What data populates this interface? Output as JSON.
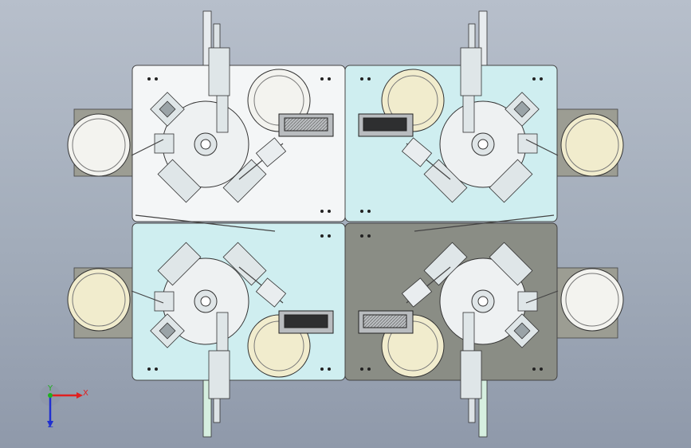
{
  "view": {
    "background_top": "#b7bfcb",
    "background_bottom": "#8f99aa"
  },
  "panels": [
    {
      "id": "top-left",
      "color": "#f4f6f7"
    },
    {
      "id": "top-right",
      "color": "#cfeef0"
    },
    {
      "id": "bottom-left",
      "color": "#cfeef0"
    },
    {
      "id": "bottom-right",
      "color": "#8a8d85"
    }
  ],
  "feeder_bowls": [
    {
      "id": "left-top",
      "color": "#f3f3ef"
    },
    {
      "id": "right-top",
      "color": "#f1eccd"
    },
    {
      "id": "left-bottom",
      "color": "#f1eccd"
    },
    {
      "id": "right-bottom",
      "color": "#f3f3ef"
    }
  ],
  "inner_bowls": [
    {
      "id": "tl",
      "color": "#f3f3ef"
    },
    {
      "id": "tr",
      "color": "#f1eccd"
    },
    {
      "id": "bl",
      "color": "#f1eccd"
    },
    {
      "id": "br",
      "color": "#f1eccd"
    }
  ],
  "axis_triad": {
    "x_label": "X",
    "y_label": "Y",
    "z_label": "Z",
    "x_color": "#e02020",
    "y_color": "#20b020",
    "z_color": "#2030d0"
  },
  "icons": [
    "axis-triad-icon"
  ]
}
